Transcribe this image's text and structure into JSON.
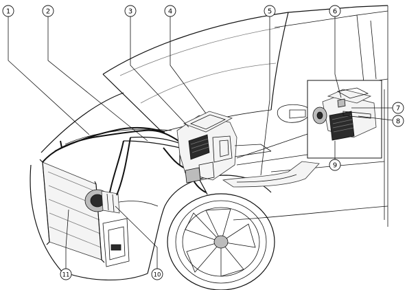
{
  "diagram": {
    "callouts": [
      {
        "label": "1"
      },
      {
        "label": "2"
      },
      {
        "label": "3"
      },
      {
        "label": "4"
      },
      {
        "label": "5"
      },
      {
        "label": "6"
      },
      {
        "label": "7"
      },
      {
        "label": "8"
      },
      {
        "label": "9"
      },
      {
        "label": "10"
      },
      {
        "label": "11"
      }
    ]
  }
}
